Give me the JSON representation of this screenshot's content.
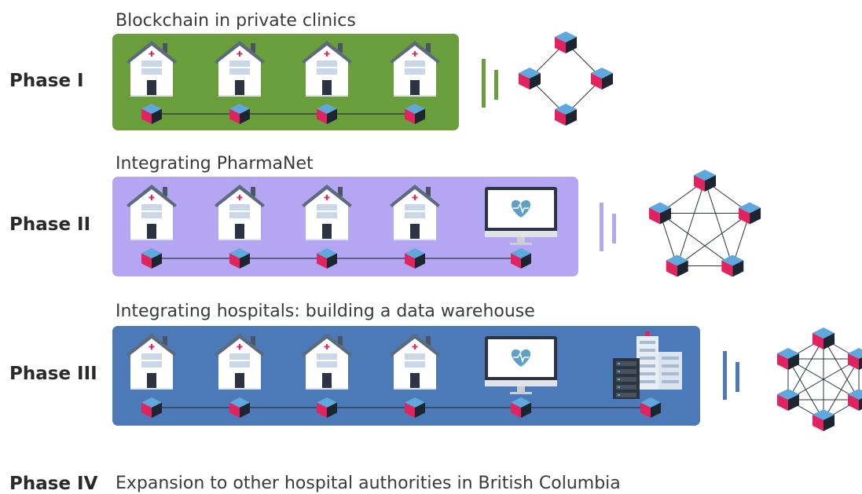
{
  "colors": {
    "phase1": "#6a9e3b",
    "phase2": "#b5a6f3",
    "phase3": "#4c7ab8",
    "cube_top": "#5fa8dd",
    "cube_left": "#e1245f",
    "cube_right": "#1d2530",
    "house_wall": "#ffffff",
    "house_roof": "#5b6b7b"
  },
  "phases": [
    {
      "label": "Phase I",
      "caption": "Blockchain in private clinics",
      "members": [
        "clinic",
        "clinic",
        "clinic",
        "clinic"
      ],
      "network_nodes": 4,
      "network_shape": "square"
    },
    {
      "label": "Phase II",
      "caption": "Integrating PharmaNet",
      "members": [
        "clinic",
        "clinic",
        "clinic",
        "clinic",
        "pharmanet-monitor"
      ],
      "network_nodes": 5,
      "network_shape": "pentagon"
    },
    {
      "label": "Phase III",
      "caption": "Integrating hospitals: building a data warehouse",
      "members": [
        "clinic",
        "clinic",
        "clinic",
        "clinic",
        "pharmanet-monitor",
        "hospital-data-warehouse"
      ],
      "network_nodes": 6,
      "network_shape": "hexagon"
    },
    {
      "label": "Phase IV",
      "caption": "Expansion to other hospital authorities in British Columbia"
    }
  ]
}
